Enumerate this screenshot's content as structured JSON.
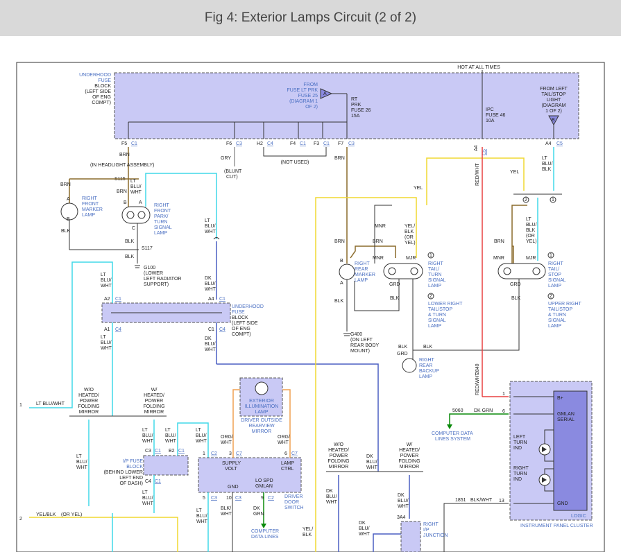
{
  "title": "Fig 4: Exterior Lamps Circuit (2 of 2)",
  "labels": {
    "hot_at_all_times": "HOT AT ALL TIMES",
    "underhood_fuse_block_top": [
      "UNDERHOOD",
      "FUSE",
      "BLOCK",
      "(LEFT SIDE",
      "OF ENG",
      "COMPT)"
    ],
    "from_fuse_lt_prk": [
      "FROM",
      "FUSE LT PRK",
      "FUSE 25",
      "(DIAGRAM 1",
      "OF 2)"
    ],
    "rt_prk_fuse": [
      "RT",
      "PRK",
      "FUSE 26",
      "15A"
    ],
    "ipc_fuse": [
      "IPC",
      "FUSE 46",
      "10A"
    ],
    "from_left_tail": [
      "FROM LEFT",
      "TAIL/STOP",
      "LIGHT",
      "(DIAGRAM",
      "1 OF 2)"
    ],
    "connector_a": "A",
    "connector_b": "B",
    "pin_f5": "F5",
    "pin_c1": "C1",
    "pin_f6": "F6",
    "pin_c3": "C3",
    "pin_h2": "H2",
    "pin_c4": "C4",
    "pin_f4": "F4",
    "pin_f3": "F3",
    "pin_f7": "F7",
    "pin_a4": "A4",
    "pin_c5": "C5",
    "not_used": "(NOT USED)",
    "in_headlight_assembly": "(IN HEADLIGHT\nASSEMBLY)",
    "brn": "BRN",
    "gry": "GRY",
    "blunt_cut": [
      "(BLUNT",
      "CUT)"
    ],
    "s115": "S115",
    "lt_blu_wht": [
      "LT",
      "BLU/",
      "WHT"
    ],
    "right_front_marker": [
      "RIGHT",
      "FRONT",
      "MARKER",
      "LAMP"
    ],
    "right_front_park": [
      "RIGHT",
      "FRONT",
      "PARK/",
      "TURN",
      "SIGNAL",
      "LAMP"
    ],
    "blk": "BLK",
    "s117": "S117",
    "g100": [
      "G100",
      "(LOWER",
      "LEFT RADIATOR",
      "SUPPORT)"
    ],
    "yel": "YEL",
    "red_wht": "RED/WHT",
    "dk_blu_wht": [
      "DK",
      "BLU/",
      "WHT"
    ],
    "underhood_fuse_block_mid": [
      "UNDERHOOD",
      "FUSE",
      "BLOCK",
      "(LEFT SIDE",
      "OF ENG",
      "COMPT)"
    ],
    "pin_a2": "A2",
    "pin_a1": "A1",
    "pin_c1b": "C1",
    "right_rear_marker": [
      "RIGHT",
      "REAR",
      "MARKER",
      "LAMP"
    ],
    "mnr": "MNR",
    "mjr": "MJR",
    "grd": "GRD",
    "yel_blk_or_yel": [
      "YEL/",
      "BLK",
      "(OR",
      "YEL)"
    ],
    "lt_blu_blk_or_yel": [
      "LT",
      "BLU/",
      "BLK",
      "(OR",
      "YEL)"
    ],
    "lt_blu_blk": [
      "LT",
      "BLU/",
      "BLK"
    ],
    "right_tail_turn": [
      "RIGHT",
      "TAIL/",
      "TURN",
      "SIGNAL",
      "LAMP"
    ],
    "lower_right_tail": [
      "LOWER RIGHT",
      "TAIL/STOP",
      "& TURN",
      "SIGNAL",
      "LAMP"
    ],
    "right_tail_stop": [
      "RIGHT",
      "TAIL/",
      "STOP",
      "SIGNAL",
      "LAMP"
    ],
    "upper_right_tail": [
      "UPPER RIGHT",
      "TAIL/STOP",
      "& TURN",
      "SIGNAL",
      "LAMP"
    ],
    "circle_1": "1",
    "circle_2": "2",
    "g400": [
      "G400",
      "(ON LEFT",
      "REAR BODY",
      "MOUNT)"
    ],
    "right_rear_backup": [
      "RIGHT",
      "REAR",
      "BACKUP",
      "LAMP"
    ],
    "w2840": "2840",
    "wo_heated_mirror": [
      "W/O",
      "HEATED/",
      "POWER",
      "FOLDING",
      "MIRROR"
    ],
    "w_heated_mirror": [
      "W/",
      "HEATED/",
      "POWER",
      "FOLDING",
      "MIRROR"
    ],
    "lt_blu_wht_left": "LT BLU/WHT",
    "yel_blk_or_yel_left": "YEL/BLK",
    "or_yel": "(OR YEL)",
    "num_1": "1",
    "num_2": "2",
    "exterior_illum_lamp": [
      "EXTERIOR",
      "ILLUMINATION",
      "LAMP"
    ],
    "driver_outside_mirror": [
      "DRIVER OUTSIDE",
      "REARVIEW",
      "MIRROR"
    ],
    "org_wht": [
      "ORG/",
      "WHT"
    ],
    "supply_volt": [
      "SUPPLY",
      "VOLT"
    ],
    "lamp_ctrl": [
      "LAMP",
      "CTRL"
    ],
    "gnd": "GND",
    "lo_spd_gmlan": [
      "LO SPD",
      "GMLAN"
    ],
    "driver_door_switch": [
      "DRIVER",
      "DOOR",
      "SWITCH"
    ],
    "ip_fuse_block": [
      "I/P FUSE",
      "BLOCK",
      "(BEHIND LOWER",
      "LEFT END",
      "OF DASH)"
    ],
    "pin_b2": "B2",
    "pin_c4b": "C4",
    "pin_c2": "C2",
    "pin_c7": "C7",
    "computer_data_lines": [
      "COMPUTER DATA",
      "LINES SYSTEM"
    ],
    "computer_data_lines_bottom": [
      "COMPUTER",
      "DATA LINES"
    ],
    "w5060": "5060",
    "dk_grn": "DK GRN",
    "dk_grn2": [
      "DK",
      "GRN"
    ],
    "w1851": "1851",
    "blk_wht": "BLK/WHT",
    "b_plus": "B+",
    "gmlan_serial": [
      "GMLAN",
      "SERIAL"
    ],
    "left_turn_ind": [
      "LEFT",
      "TURN",
      "IND"
    ],
    "right_turn_ind": [
      "RIGHT",
      "TURN",
      "IND"
    ],
    "gnd2": "GND",
    "logic": "LOGIC",
    "instrument_panel_cluster": "INSTRUMENT PANEL CLUSTER",
    "pin_1": "1",
    "pin_6": "6",
    "pin_13": "13",
    "pin_3": "3",
    "pin_5": "5",
    "pin_10": "10",
    "pin_9": "9",
    "pin_3a4": "3A4",
    "right_ip_junction": [
      "RIGHT",
      "I/P",
      "JUNCTION"
    ],
    "yel_bottom": [
      "YEL/",
      "BLK"
    ],
    "blk_wht_left": [
      "BLK/",
      "WHT"
    ]
  }
}
